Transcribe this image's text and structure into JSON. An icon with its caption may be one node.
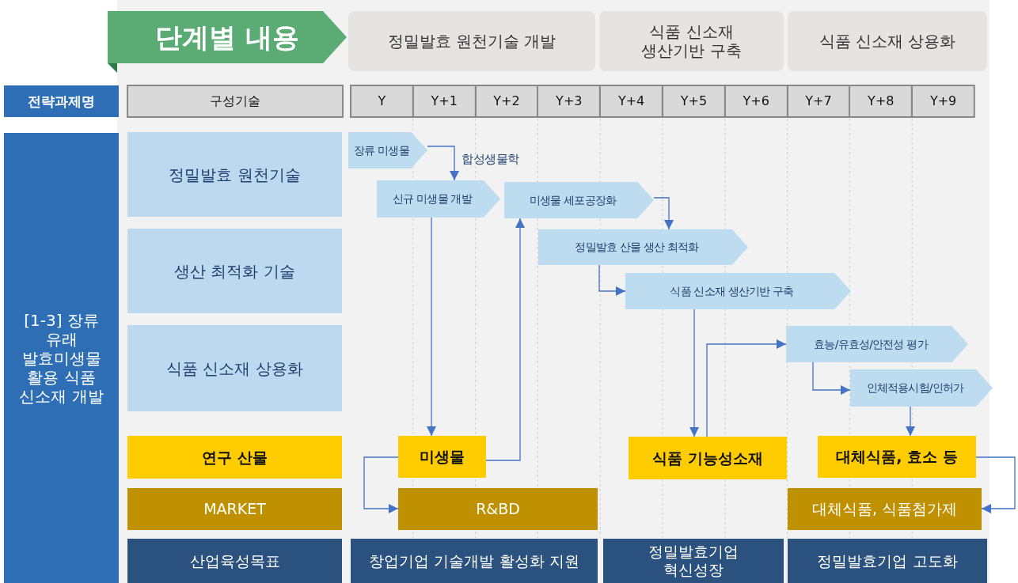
{
  "diagram": {
    "nodes": [
      {
        "text": [
          "단계별 내용"
        ]
      },
      {
        "text": [
          "정밀발효 원천기술 개발"
        ]
      },
      {
        "text": [
          "식품 신소재 생산기반 구축"
        ]
      },
      {
        "text": [
          "식품 신소재 상용화"
        ]
      },
      {
        "text": [
          "전략과제명"
        ]
      },
      {
        "text": [
          "구성기술"
        ]
      },
      {
        "text": [
          "Y"
        ]
      },
      {
        "text": [
          "Y+1"
        ]
      },
      {
        "text": [
          "Y+2"
        ]
      },
      {
        "text": [
          "Y+3"
        ]
      },
      {
        "text": [
          "Y+4"
        ]
      },
      {
        "text": [
          "Y+5"
        ]
      },
      {
        "text": [
          "Y+6"
        ]
      },
      {
        "text": [
          "Y+7"
        ]
      },
      {
        "text": [
          "Y+8"
        ]
      },
      {
        "text": [
          "Y+9"
        ]
      },
      {
        "text": [
          "[1-3] 장류 유래 발효미생물 활용 식품 신소재 개발"
        ]
      },
      {
        "text": [
          "정밀발효 원천기술"
        ]
      },
      {
        "text": [
          "생산 최적화 기술"
        ]
      },
      {
        "text": [
          "식품 신소재 상용화"
        ]
      },
      {
        "text": [
          "연구 산물"
        ]
      },
      {
        "text": [
          "MARKET"
        ]
      },
      {
        "text": [
          "산업육성목표"
        ]
      },
      {
        "text": [
          "장류 미생물"
        ]
      },
      {
        "text": [
          "신규 미생물 개발"
        ]
      },
      {
        "text": [
          "미생물 세포공장화"
        ]
      },
      {
        "text": [
          "정밀발효 산물 생산 최적화"
        ]
      },
      {
        "text": [
          "식품 신소재 생산기반 구축"
        ]
      },
      {
        "text": [
          "효능/유효성/안전성 평가"
        ]
      },
      {
        "text": [
          "인체적용시험/인허가"
        ]
      },
      {
        "text": [
          "미생물"
        ]
      },
      {
        "text": [
          "식품 기능성소재"
        ]
      },
      {
        "text": [
          "대체식품, 효소 등"
        ]
      },
      {
        "text": [
          "R&BD"
        ]
      },
      {
        "text": [
          "대체식품, 식품첨가제"
        ]
      },
      {
        "text": [
          "창업기업 기술개발 활성화 지원"
        ]
      },
      {
        "text": [
          "정밀발효기업 혁신성장"
        ]
      },
      {
        "text": [
          "정밀발효기업 고도화"
        ]
      }
    ],
    "edges": [
      {
        "from": 23,
        "to": 24,
        "arrow": "to",
        "label": "합성생물학"
      },
      {
        "from": 24,
        "to": 30,
        "arrow": "to"
      },
      {
        "from": 30,
        "to": 25,
        "arrow": "to"
      },
      {
        "from": 25,
        "to": 26,
        "arrow": "to"
      },
      {
        "from": 26,
        "to": 27,
        "arrow": "to"
      },
      {
        "from": 27,
        "to": 31,
        "arrow": "to"
      },
      {
        "from": 31,
        "to": 28,
        "arrow": "to"
      },
      {
        "from": 28,
        "to": 29,
        "arrow": "to"
      },
      {
        "from": 29,
        "to": 32,
        "arrow": "to"
      },
      {
        "from": 30,
        "to": 33,
        "arrow": "to"
      },
      {
        "from": 32,
        "to": 34,
        "arrow": "to"
      }
    ]
  }
}
